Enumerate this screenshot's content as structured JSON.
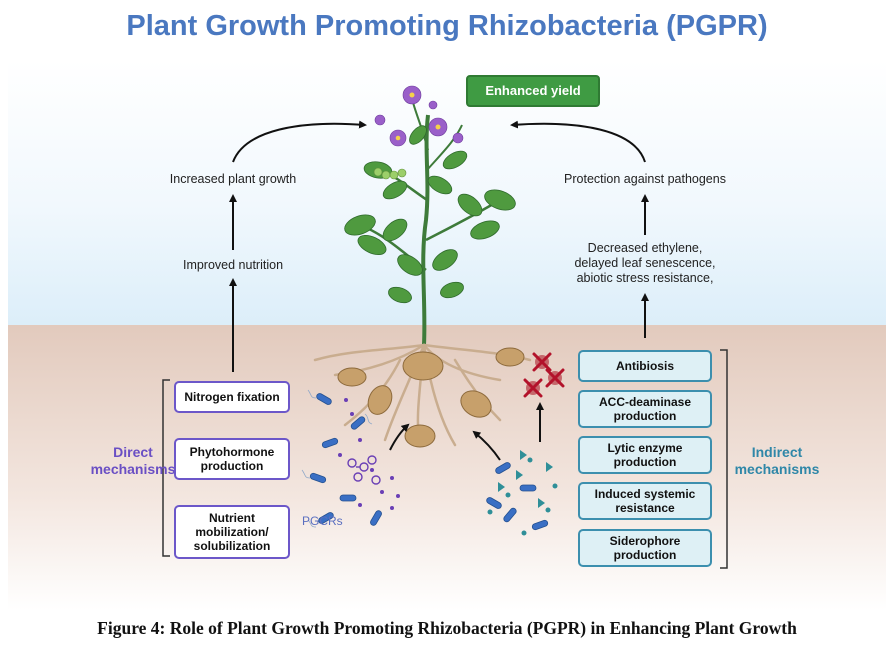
{
  "title": "Plant Growth Promoting Rhizobacteria (PGPR)",
  "enhanced_yield": "Enhanced yield",
  "left_flow": {
    "top": "Increased plant growth",
    "middle": "Improved nutrition"
  },
  "right_flow": {
    "top": "Protection against pathogens",
    "middle": "Decreased ethylene,\ndelayed leaf senescence,\nabiotic stress resistance,"
  },
  "direct": {
    "label": "Direct\nmechanisms",
    "items": [
      "Nitrogen fixation",
      "Phytohormone\nproduction",
      "Nutrient\nmobilization/\nsolubilization"
    ]
  },
  "indirect": {
    "label": "Indirect\nmechanisms",
    "items": [
      "Antibiosis",
      "ACC-deaminase\nproduction",
      "Lytic enzyme\nproduction",
      "Induced systemic\nresistance",
      "Siderophore\nproduction"
    ]
  },
  "pgcrs_label": "PGCRs",
  "caption": "Figure 4: Role of Plant Growth Promoting Rhizobacteria (PGPR) in Enhancing Plant Growth",
  "colors": {
    "title": "#4a78c0",
    "direct": "#6a4fc4",
    "indirect": "#2f87a8",
    "yield": "#3f9b43",
    "soil": "#e6cfc2",
    "sky": "#e7f3fb"
  }
}
